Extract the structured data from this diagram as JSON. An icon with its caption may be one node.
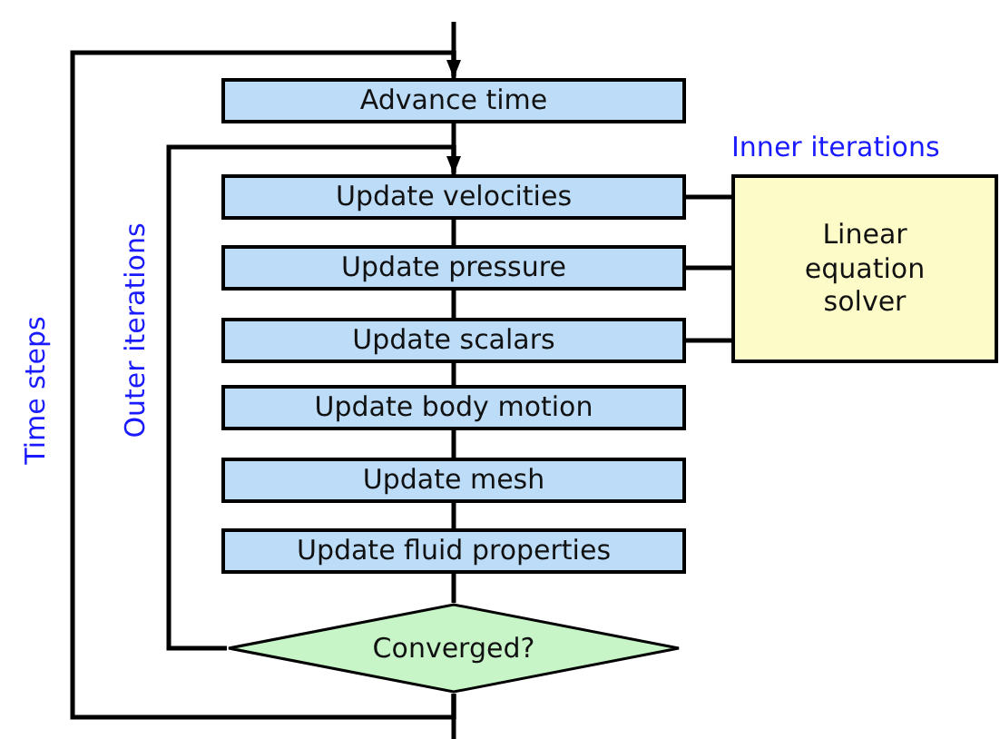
{
  "diagram": {
    "nodes": [
      {
        "text": [
          "Advance time"
        ]
      },
      {
        "text": [
          "Update velocities"
        ]
      },
      {
        "text": [
          "Update pressure"
        ]
      },
      {
        "text": [
          "Update scalars"
        ]
      },
      {
        "text": [
          "Update body motion"
        ]
      },
      {
        "text": [
          "Update mesh"
        ]
      },
      {
        "text": [
          "Update fluid properties"
        ]
      },
      {
        "text": [
          "Converged?"
        ]
      },
      {
        "text": [
          "Linear equation solver"
        ],
        "beside": [
          "Inner iterations"
        ]
      }
    ],
    "edges": [
      {
        "from": null,
        "to": 0,
        "arrow": "none"
      },
      {
        "from": 0,
        "to": 1,
        "arrow": "none"
      },
      {
        "from": 1,
        "to": 2,
        "arrow": "none"
      },
      {
        "from": 2,
        "to": 3,
        "arrow": "none"
      },
      {
        "from": 3,
        "to": 4,
        "arrow": "none"
      },
      {
        "from": 4,
        "to": 5,
        "arrow": "none"
      },
      {
        "from": 5,
        "to": 6,
        "arrow": "none"
      },
      {
        "from": 6,
        "to": 7,
        "arrow": "none"
      },
      {
        "from": 7,
        "to": null,
        "arrow": "none"
      },
      {
        "from": 1,
        "to": 8,
        "arrow": "none"
      },
      {
        "from": 2,
        "to": 8,
        "arrow": "none"
      },
      {
        "from": 3,
        "to": 8,
        "arrow": "none"
      },
      {
        "from": 7,
        "to": 1,
        "arrow": "to",
        "label": "Outer iterations"
      },
      {
        "from": 7,
        "to": 0,
        "arrow": "to",
        "label": "Time steps"
      }
    ]
  }
}
